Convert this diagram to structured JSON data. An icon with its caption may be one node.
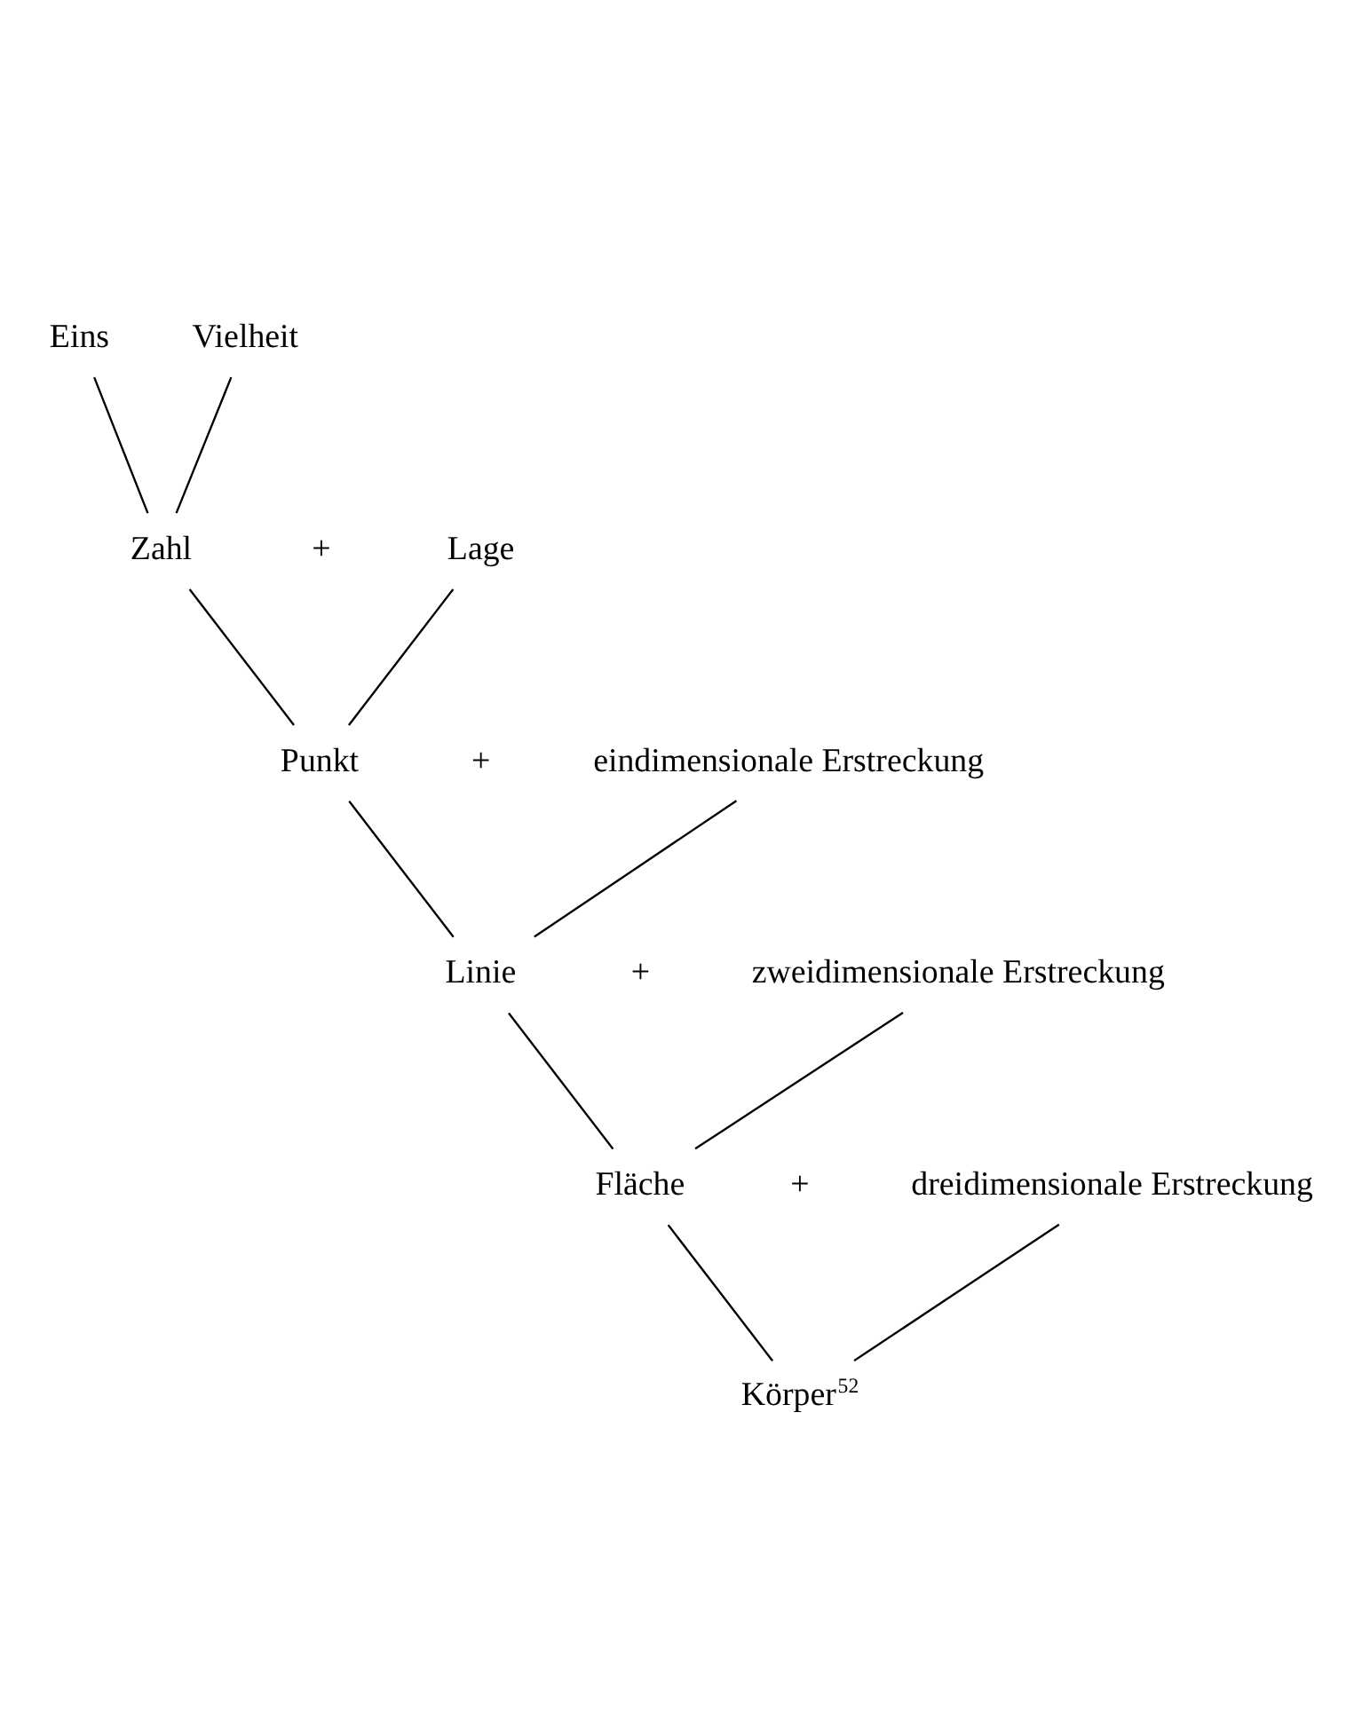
{
  "diagram": {
    "nodes": [
      {
        "text": [
          "Eins"
        ]
      },
      {
        "text": [
          "Vielheit"
        ]
      },
      {
        "text": [
          "Zahl"
        ]
      },
      {
        "text": [
          "Lage"
        ]
      },
      {
        "text": [
          "Punkt"
        ]
      },
      {
        "text": [
          "eindimensionale Erstreckung"
        ]
      },
      {
        "text": [
          "Linie"
        ]
      },
      {
        "text": [
          "zweidimensionale Erstreckung"
        ]
      },
      {
        "text": [
          "Fläche"
        ]
      },
      {
        "text": [
          "dreidimensionale Erstreckung"
        ]
      },
      {
        "text": [
          "Körper$^{52}$"
        ]
      }
    ],
    "edges": [
      {
        "from": 0,
        "to": 2,
        "arrow": "none"
      },
      {
        "from": 1,
        "to": 2,
        "arrow": "none"
      },
      {
        "from": 2,
        "to": 4,
        "arrow": "none"
      },
      {
        "from": 3,
        "to": 4,
        "arrow": "none"
      },
      {
        "from": 4,
        "to": 6,
        "arrow": "none"
      },
      {
        "from": 5,
        "to": 6,
        "arrow": "none"
      },
      {
        "from": 6,
        "to": 8,
        "arrow": "none"
      },
      {
        "from": 7,
        "to": 8,
        "arrow": "none"
      },
      {
        "from": 8,
        "to": 10,
        "arrow": "none"
      },
      {
        "from": 9,
        "to": 10,
        "arrow": "none"
      }
    ],
    "labels": [
      "+",
      "+",
      "+",
      "+"
    ]
  }
}
